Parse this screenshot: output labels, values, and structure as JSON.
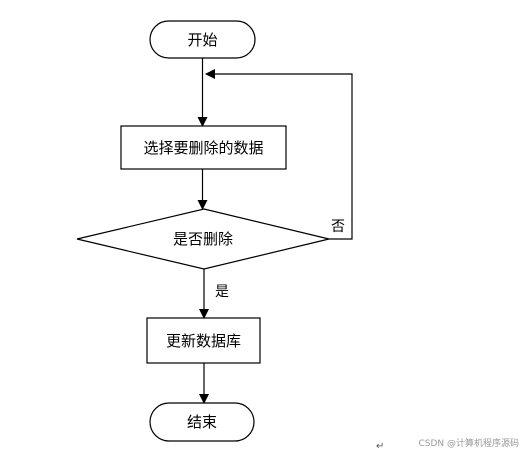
{
  "flowchart": {
    "nodes": {
      "start": "开始",
      "select": "选择要删除的数据",
      "decision": "是否删除",
      "update": "更新数据库",
      "end": "结束"
    },
    "edges": {
      "yes": "是",
      "no": "否"
    }
  },
  "paragraph_mark": "↵",
  "watermark": "CSDN @计算机程序源码",
  "colors": {
    "stroke": "#000000",
    "background": "#ffffff",
    "watermark": "#9a9a9a"
  }
}
